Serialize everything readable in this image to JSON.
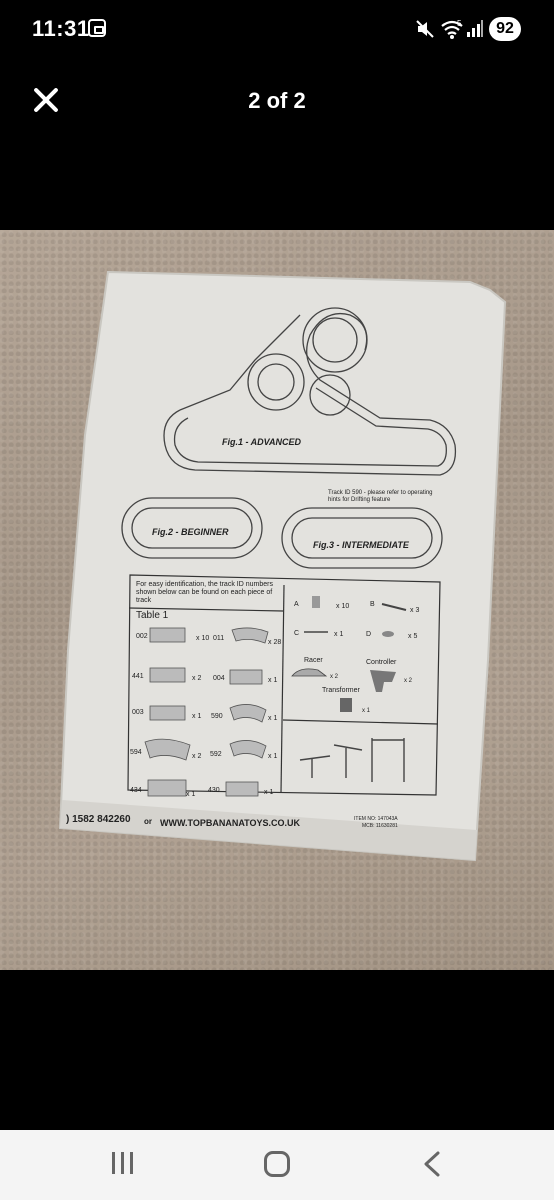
{
  "status_bar": {
    "time": "11:31",
    "battery": "92",
    "signal_label": "5"
  },
  "header": {
    "page_counter": "2 of 2"
  },
  "photo": {
    "fig1_title": "Fig.1 - ADVANCED",
    "fig2_title": "Fig.2 - BEGINNER",
    "fig3_title": "Fig.3 - INTERMEDIATE",
    "track_note_line1": "Track ID 590 - please refer to operating",
    "track_note_line2": "hints for Drifting feature",
    "identification_line1": "For easy identification, the track ID numbers",
    "identification_line2": "shown below can be found on each piece of",
    "identification_line3": "track",
    "table_title": "Table 1",
    "parts": [
      {
        "id": "002",
        "qty": "x 10"
      },
      {
        "id": "011",
        "qty": "x 28"
      },
      {
        "id": "441",
        "qty": "x 2"
      },
      {
        "id": "004",
        "qty": "x 1"
      },
      {
        "id": "003",
        "qty": "x 1"
      },
      {
        "id": "590",
        "qty": "x 1"
      },
      {
        "id": "594",
        "qty": "x 2"
      },
      {
        "id": "592",
        "qty": "x 1"
      },
      {
        "id": "434",
        "qty": "x 1"
      },
      {
        "id": "430",
        "qty": "x 1"
      }
    ],
    "accessories": [
      {
        "letter": "A",
        "qty": "x 10"
      },
      {
        "letter": "B",
        "qty": "x 3"
      },
      {
        "letter": "C",
        "qty": "x 1"
      },
      {
        "letter": "D",
        "qty": "x 5"
      }
    ],
    "racer_label": "Racer",
    "racer_qty": "x 2",
    "controller_label": "Controller",
    "controller_qty": "x 2",
    "transformer_label": "Transformer",
    "transformer_qty": "x 1",
    "phone": ") 1582 842260",
    "or": "or",
    "website": "WWW.TOPBANANATOYS.CO.UK",
    "item_no": "ITEM NO: 147043A",
    "mcb": "MCB: 11630281"
  },
  "colors": {
    "background": "#000000",
    "carpet": "#aa9b8c",
    "paper": "#e3e2de",
    "nav_bar": "#f4f4f4"
  }
}
